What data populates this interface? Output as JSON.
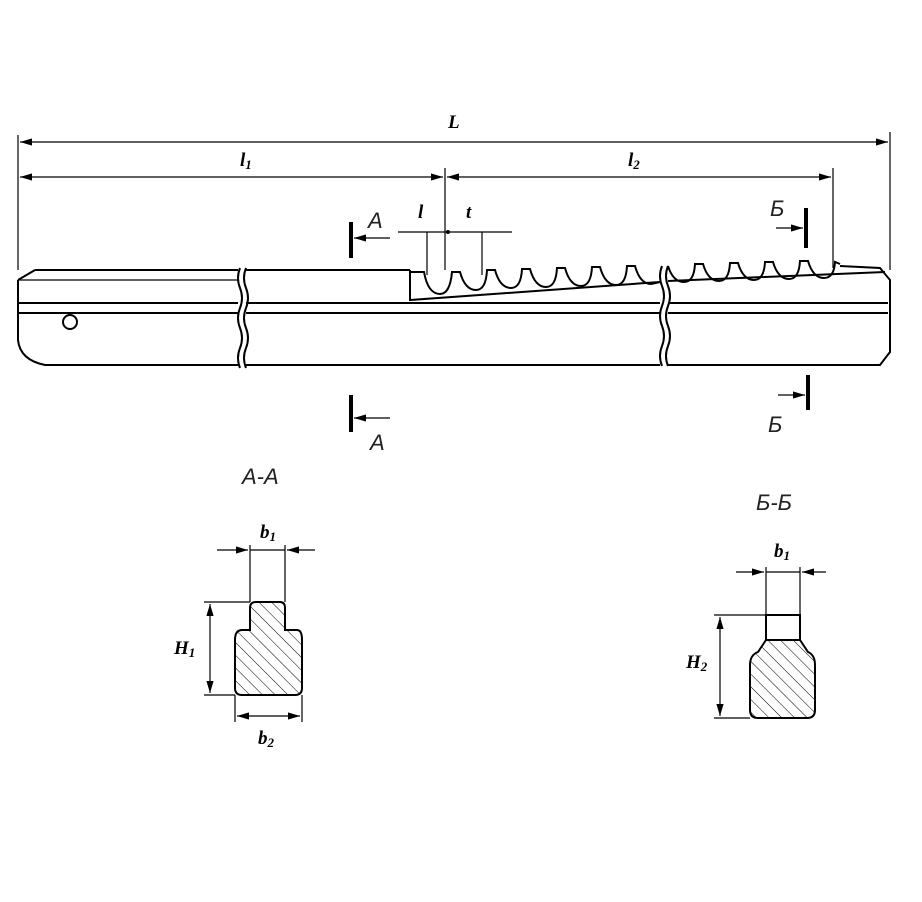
{
  "dimensions": {
    "L": {
      "base": "L",
      "sub": ""
    },
    "l1": {
      "base": "l",
      "sub": "1"
    },
    "l2": {
      "base": "l",
      "sub": "2"
    },
    "l": {
      "base": "l",
      "sub": ""
    },
    "t": {
      "base": "t",
      "sub": ""
    },
    "b1_a": {
      "base": "b",
      "sub": "1"
    },
    "b2": {
      "base": "b",
      "sub": "2"
    },
    "H1": {
      "base": "H",
      "sub": "1"
    },
    "b1_b": {
      "base": "b",
      "sub": "1"
    },
    "H2": {
      "base": "H",
      "sub": "2"
    }
  },
  "section_marks": {
    "a": "A",
    "b": "Б"
  },
  "section_titles": {
    "aa": "А-А",
    "bb": "Б-Б"
  }
}
